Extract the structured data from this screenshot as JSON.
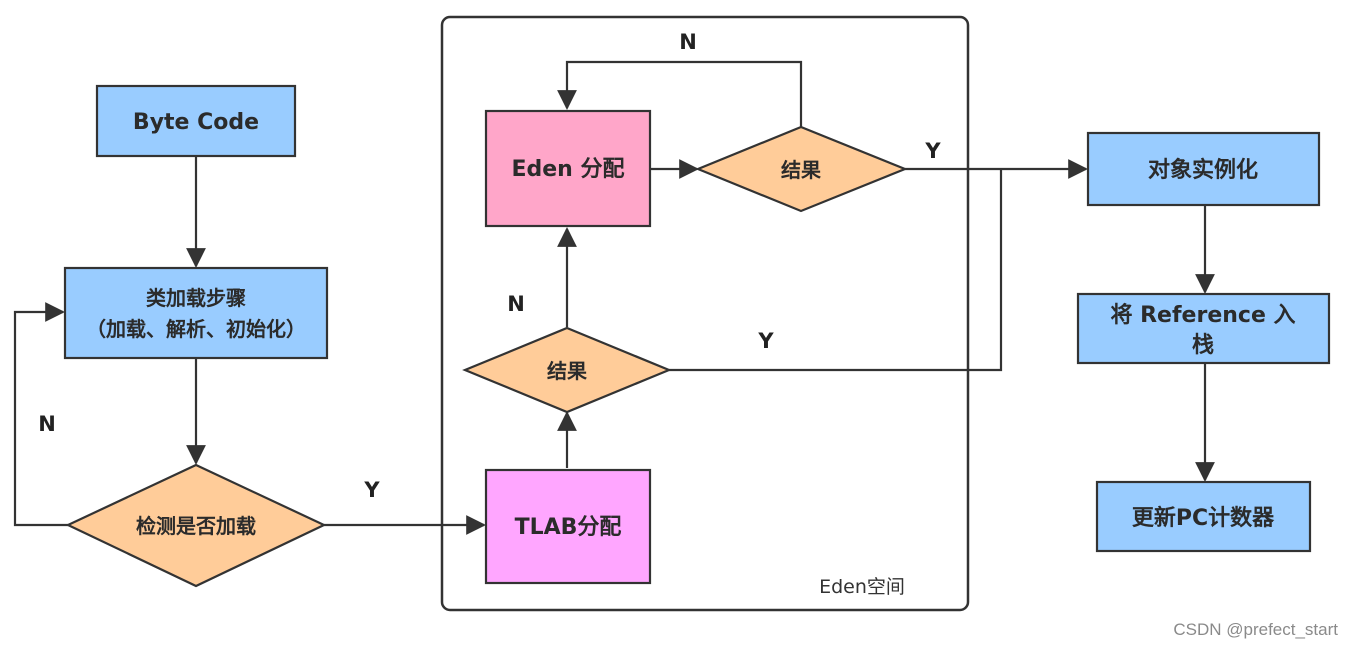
{
  "container": {
    "label": "Eden空间"
  },
  "nodes": {
    "byte_code": "Byte Code",
    "class_loading": [
      "类加载步骤",
      "（加载、解析、初始化）"
    ],
    "check_loaded": "检测是否加载",
    "tlab_alloc": "TLAB分配",
    "result_tlab": "结果",
    "eden_alloc": "Eden 分配",
    "result_eden": "结果",
    "instantiate": "对象实例化",
    "push_reference": [
      "将 Reference 入",
      "栈"
    ],
    "update_pc": "更新PC计数器"
  },
  "edge_labels": {
    "check_no": "N",
    "check_yes": "Y",
    "tlab_no": "N",
    "tlab_yes": "Y",
    "eden_no": "N",
    "eden_yes": "Y"
  },
  "colors": {
    "blue_node": "#99ccff",
    "orange_node": "#ffcc99",
    "pink_node": "#ffa6c9",
    "magenta_node": "#ffa6ff",
    "stroke": "#333333"
  },
  "watermark": "CSDN @prefect_start"
}
